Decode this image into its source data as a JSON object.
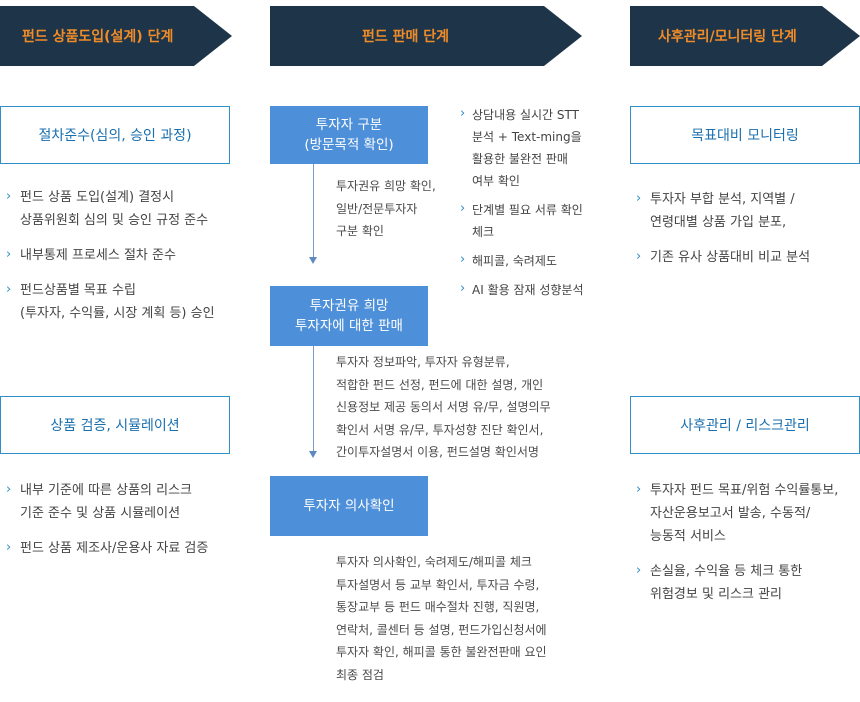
{
  "colors": {
    "header_bg": "#1e3448",
    "header_text": "#f08c28",
    "box_border": "#2f8fc6",
    "box_text": "#1a6fae",
    "fill_box": "#4d8fd8",
    "bullet": "#2f8fc6"
  },
  "stages": [
    {
      "header": "펀드 상품도입(설계) 단계",
      "groups": [
        {
          "box": "절차준수(심의, 승인 과정)",
          "bullets": [
            [
              "펀드 상품 도입(설계) 결정시",
              "상품위원회 심의 및 승인 규정 준수"
            ],
            [
              "내부통제 프로세스 절차 준수"
            ],
            [
              "펀드상품별 목표 수립",
              "(투자자, 수익률, 시장 계획 등) 승인"
            ]
          ]
        },
        {
          "box": "상품 검증, 시뮬레이션",
          "bullets": [
            [
              "내부 기준에 따른 상품의 리스크",
              "기준 준수 및 상품 시뮬레이션"
            ],
            [
              "펀드 상품 제조사/운용사 자료 검증"
            ]
          ]
        }
      ]
    },
    {
      "header": "펀드 판매 단계",
      "steps": [
        {
          "lines": [
            "투자자 구분",
            "(방문목적 확인)"
          ],
          "desc": [
            "투자권유 희망 확인,",
            "일반/전문투자자",
            "구분 확인"
          ]
        },
        {
          "lines": [
            "투자권유 희망",
            "투자자에 대한 판매"
          ],
          "desc": [
            "투자자 정보파악, 투자자 유형분류,",
            "적합한 펀드 선정, 펀드에 대한 설명, 개인",
            "신용정보 제공 동의서 서명 유/무, 설명의무",
            "확인서 서명 유/무, 투자성향 진단 확인서,",
            "간이투자설명서 이용, 펀드설명 확인서명"
          ]
        },
        {
          "lines": [
            "투자자 의사확인"
          ],
          "desc": [
            "투자자 의사확인, 숙려제도/해피콜 체크",
            "투자설명서 등 교부 확인서, 투자금 수령,",
            "통장교부 등 펀드 매수절차 진행, 직원명,",
            "연락처, 콜센터 등 설명, 펀드가입신청서에",
            "투자자 확인, 해피콜 통한 불완전판매 요인",
            "최종 점검"
          ]
        }
      ],
      "side_bullets": [
        [
          "상담내용 실시간 STT",
          "분석 + Text-ming을",
          "활용한 불완전 판매",
          "여부 확인"
        ],
        [
          "단계별 필요 서류 확인",
          "체크"
        ],
        [
          "해피콜, 숙려제도"
        ],
        [
          "AI 활용 잠재 성향분석"
        ]
      ]
    },
    {
      "header": "사후관리/모니터링 단계",
      "groups": [
        {
          "box": "목표대비 모니터링",
          "bullets": [
            [
              "투자자 부합 분석, 지역별 /",
              "연령대별 상품 가입 분포,"
            ],
            [
              "기존 유사 상품대비 비교 분석"
            ]
          ]
        },
        {
          "box": "사후관리 / 리스크관리",
          "bullets": [
            [
              "투자자 펀드 목표/위험 수익률통보,",
              "자산운용보고서 발송, 수동적/",
              "능동적 서비스"
            ],
            [
              "손실율, 수익율 등 체크 통한",
              "위험경보 및 리스크 관리"
            ]
          ]
        }
      ]
    }
  ]
}
